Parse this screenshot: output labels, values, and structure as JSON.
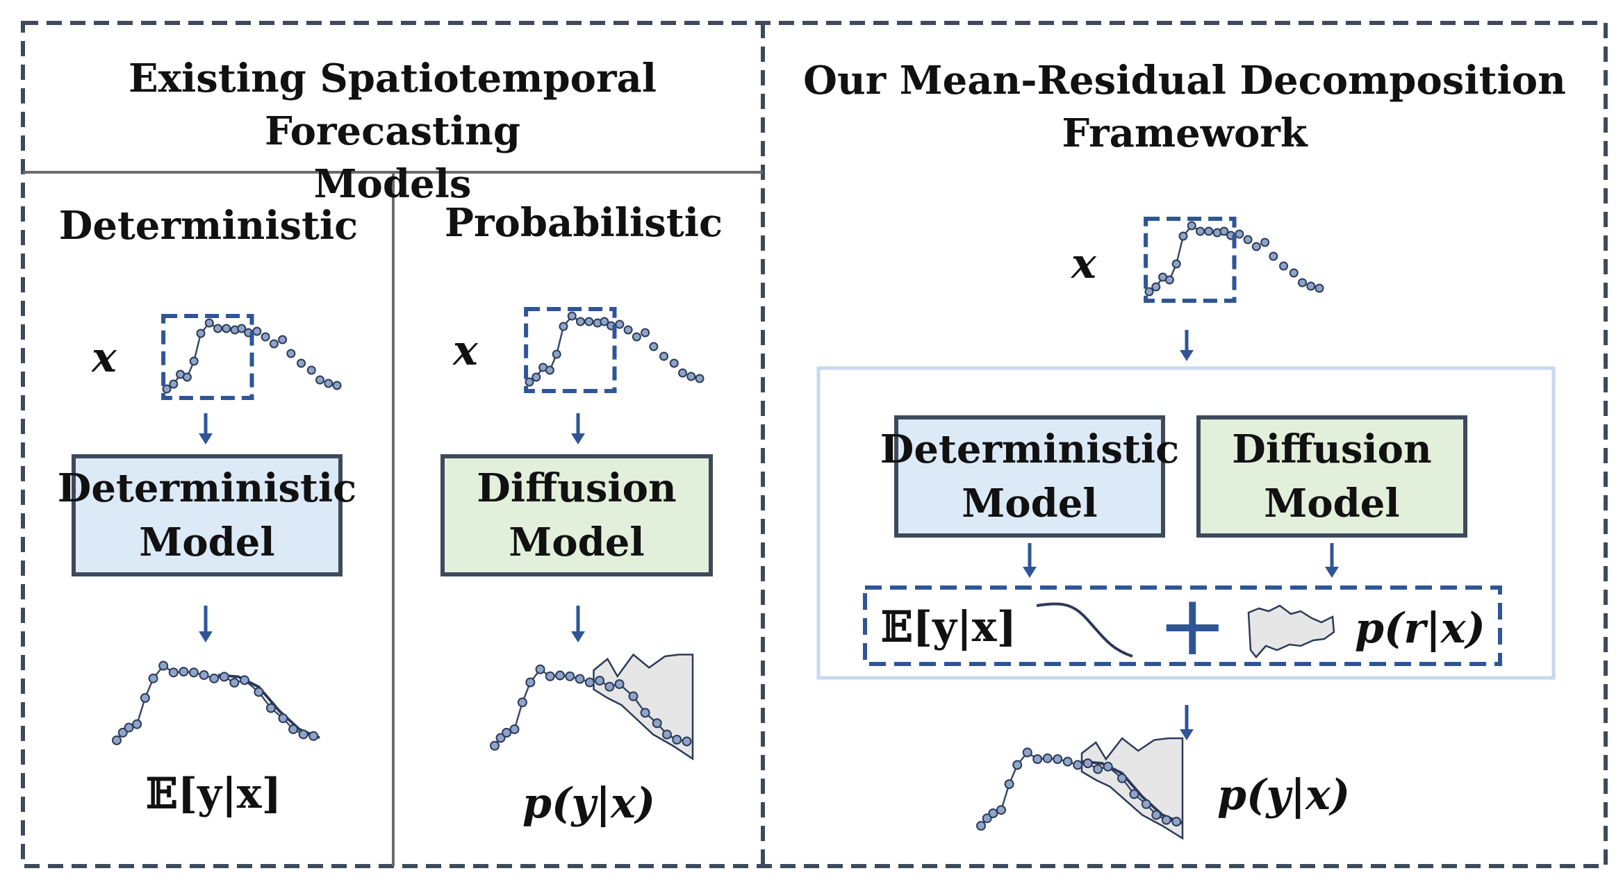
{
  "left_panel": {
    "title_line1": "Existing Spatiotemporal Forecasting",
    "title_line2": "Models",
    "deterministic": {
      "heading": "Deterministic",
      "input_label": "x",
      "model_line1": "Deterministic",
      "model_line2": "Model",
      "output_label": "𝔼[y|x]"
    },
    "probabilistic": {
      "heading": "Probabilistic",
      "input_label": "x",
      "model_line1": "Diffusion",
      "model_line2": "Model",
      "output_label": "p(y|x)"
    }
  },
  "right_panel": {
    "title_line1": "Our Mean-Residual Decomposition",
    "title_line2": "Framework",
    "input_label": "x",
    "det_model_line1": "Deterministic",
    "det_model_line2": "Model",
    "dif_model_line1": "Diffusion",
    "dif_model_line2": "Model",
    "mean_label": "𝔼[y|x]",
    "plus": "+",
    "residual_label": "p(r|x)",
    "output_label": "p(y|x)"
  },
  "colors": {
    "frame": "#3e4a5c",
    "arrow": "#2f5597",
    "deterministic_fill": "#dce9f6",
    "diffusion_fill": "#e2efdb",
    "inner_frame": "#c9d8ee",
    "band_fill": "#e6e6e6"
  }
}
